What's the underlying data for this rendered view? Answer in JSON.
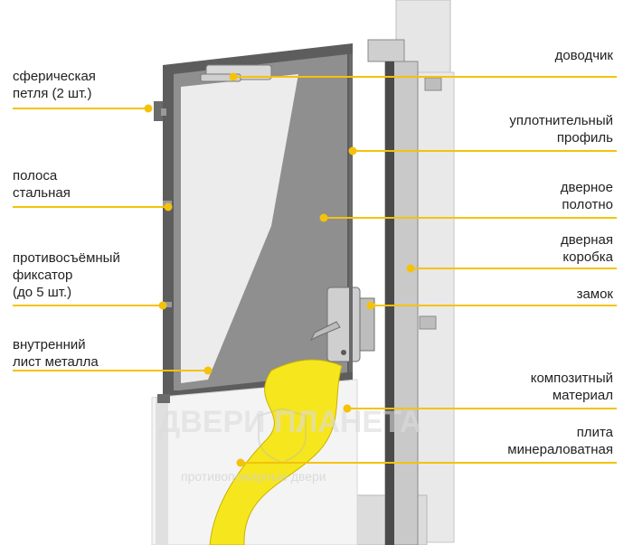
{
  "colors": {
    "leader": "#f5c20a",
    "yellow_fill": "#f6e61e",
    "door_outer": "#5d5d5d",
    "door_panel": "#8f8f8f",
    "inner_sheet": "#ececec",
    "frame_light": "#d4d4d4",
    "frame_dark": "#4a4a4a",
    "text": "#222222"
  },
  "labels_left": {
    "hinge": {
      "line1": "сферическая",
      "line2": "петля (2 шт.)"
    },
    "steel_strip": {
      "line1": "полоса",
      "line2": "стальная"
    },
    "anti_removal": {
      "line1": "противосъёмный",
      "line2": "фиксатор",
      "line3": "(до 5 шт.)"
    },
    "inner_sheet": {
      "line1": "внутренний",
      "line2": "лист металла"
    }
  },
  "labels_right": {
    "closer": {
      "line1": "доводчик"
    },
    "seal": {
      "line1": "уплотнительный",
      "line2": "профиль"
    },
    "door_leaf": {
      "line1": "дверное",
      "line2": "полотно"
    },
    "door_frame": {
      "line1": "дверная",
      "line2": "коробка"
    },
    "lock": {
      "line1": "замок"
    },
    "composite": {
      "line1": "композитный",
      "line2": "материал"
    },
    "mineral_wool": {
      "line1": "плита",
      "line2": "минераловатная"
    }
  },
  "icons": {
    "watermark_logo": "shield-icon",
    "watermark_text_top": "ДВЕРИ ПЛАНЕТА",
    "watermark_text_bottom": "противопожарные двери"
  }
}
